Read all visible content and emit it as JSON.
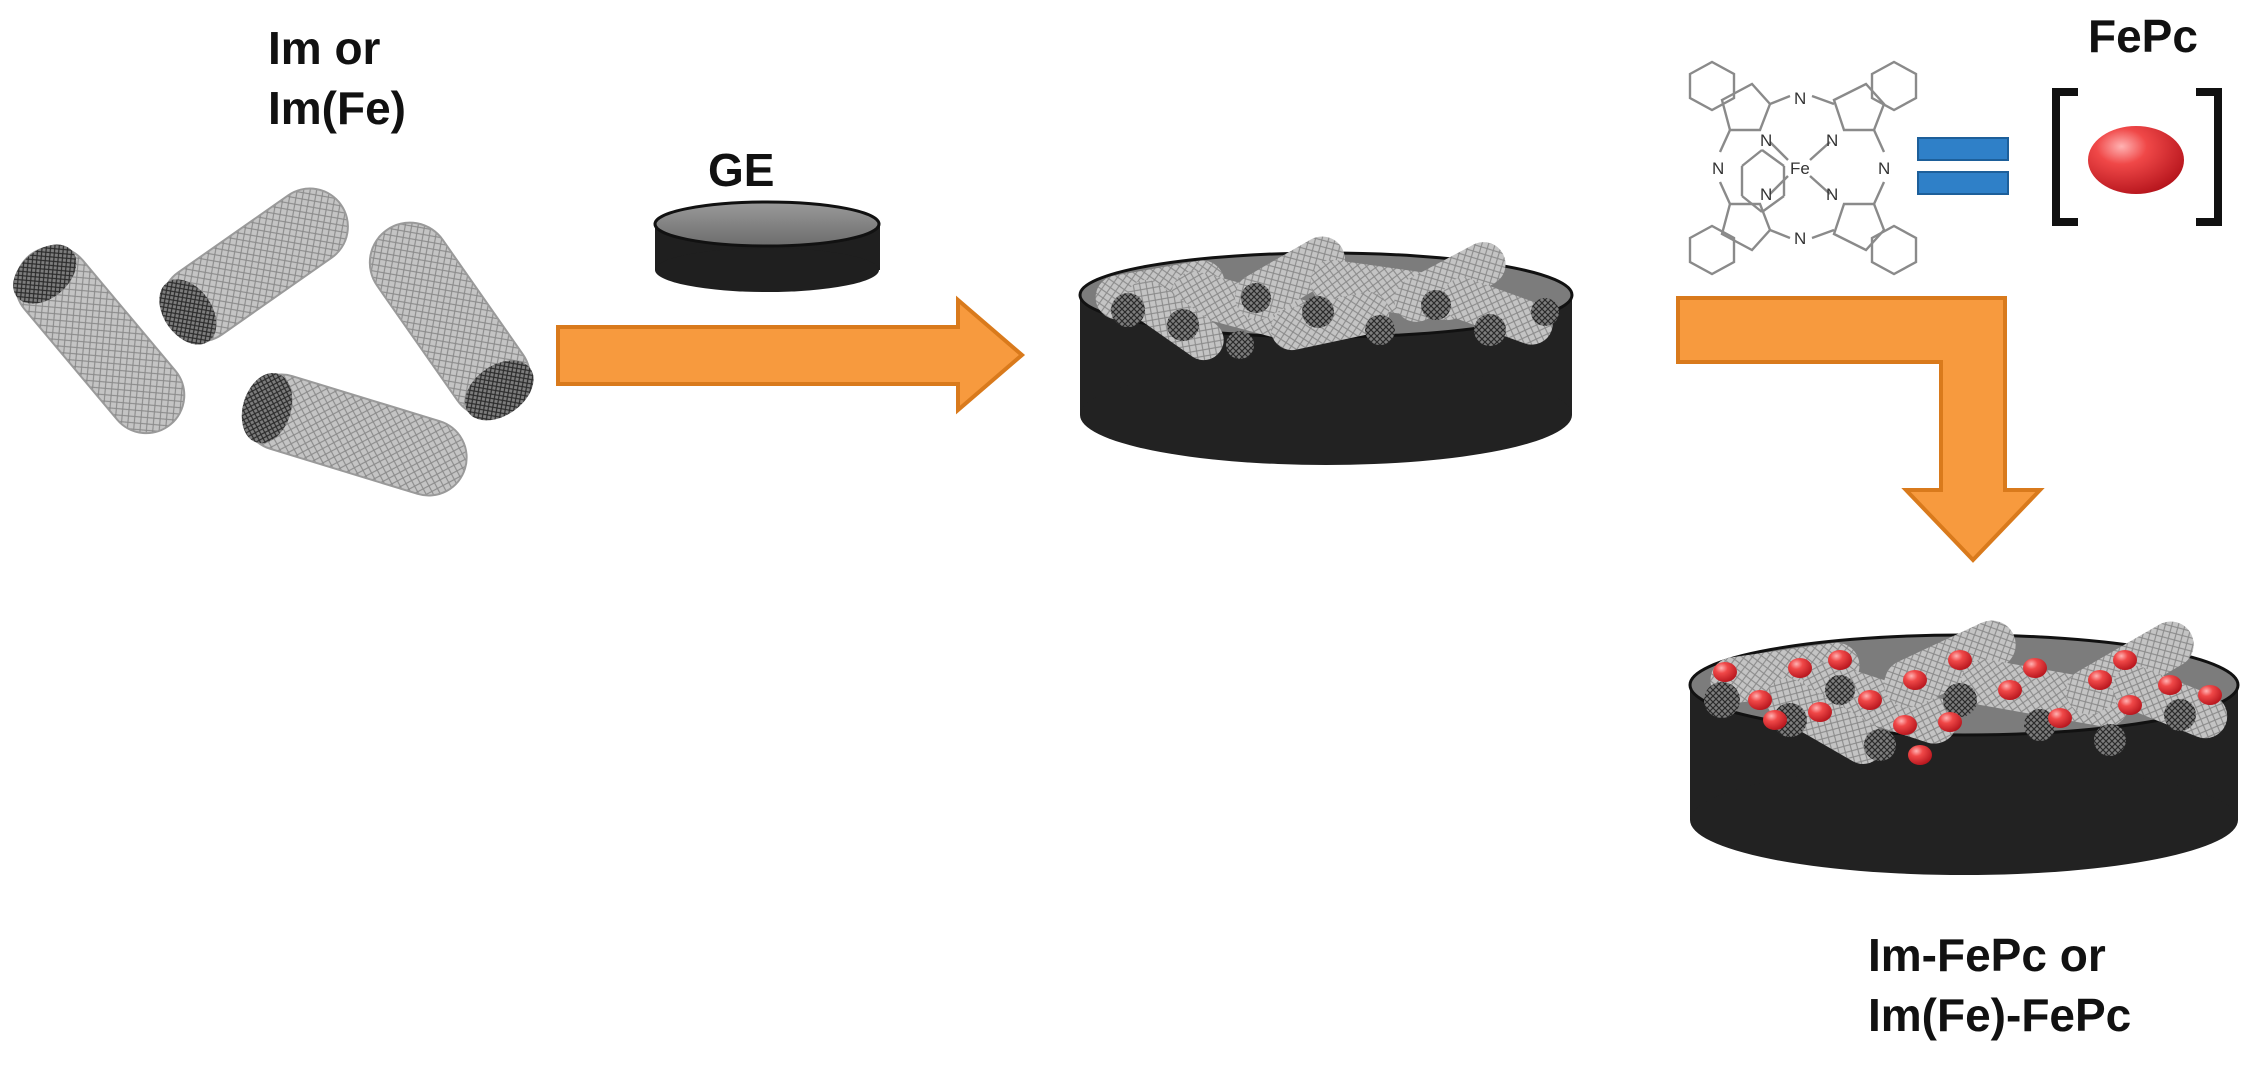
{
  "labels": {
    "start_line1": "Im or",
    "start_line2": "Im(Fe)",
    "electrode": "GE",
    "fepc": "FePc",
    "final_line1": "Im-FePc or",
    "final_line2": "Im(Fe)-FePc"
  },
  "molecule_atoms": {
    "center": "Fe",
    "inner_n": "N",
    "bridge_n": "N"
  },
  "colors": {
    "arrow_fill": "#f79a3e",
    "arrow_stroke": "#d97a1c",
    "electrode_body": "#202020",
    "electrode_top": "#7a7a7a",
    "nanotube": "#b9b9b9",
    "fepc_particle": "#e8323a",
    "equals_sign": "#2f80c8"
  },
  "icons": [
    "nanotube-icon",
    "electrode-icon",
    "fepc-molecule-icon",
    "fepc-particle-icon"
  ]
}
